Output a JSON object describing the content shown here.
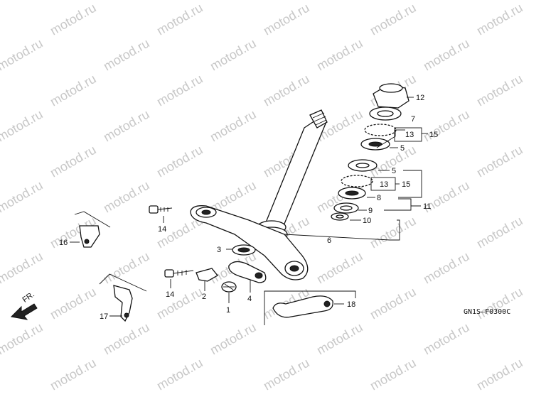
{
  "watermark": {
    "text": "motod.ru"
  },
  "diagram_code": "GN1S–F0300C",
  "direction_label": "FR.",
  "callouts": {
    "c1": "1",
    "c2": "2",
    "c3": "3",
    "c4": "4",
    "c5a": "5",
    "c5b": "5",
    "c6": "6",
    "c7": "7",
    "c8": "8",
    "c9": "9",
    "c10": "10",
    "c11": "11",
    "c12": "12",
    "c13a": "13",
    "c13b": "13",
    "c14a": "14",
    "c14b": "14",
    "c15a": "15",
    "c15b": "15",
    "c16": "16",
    "c17": "17",
    "c18": "18"
  },
  "colors": {
    "line": "#111111",
    "watermark": "#c8c8c8",
    "background": "#ffffff"
  }
}
